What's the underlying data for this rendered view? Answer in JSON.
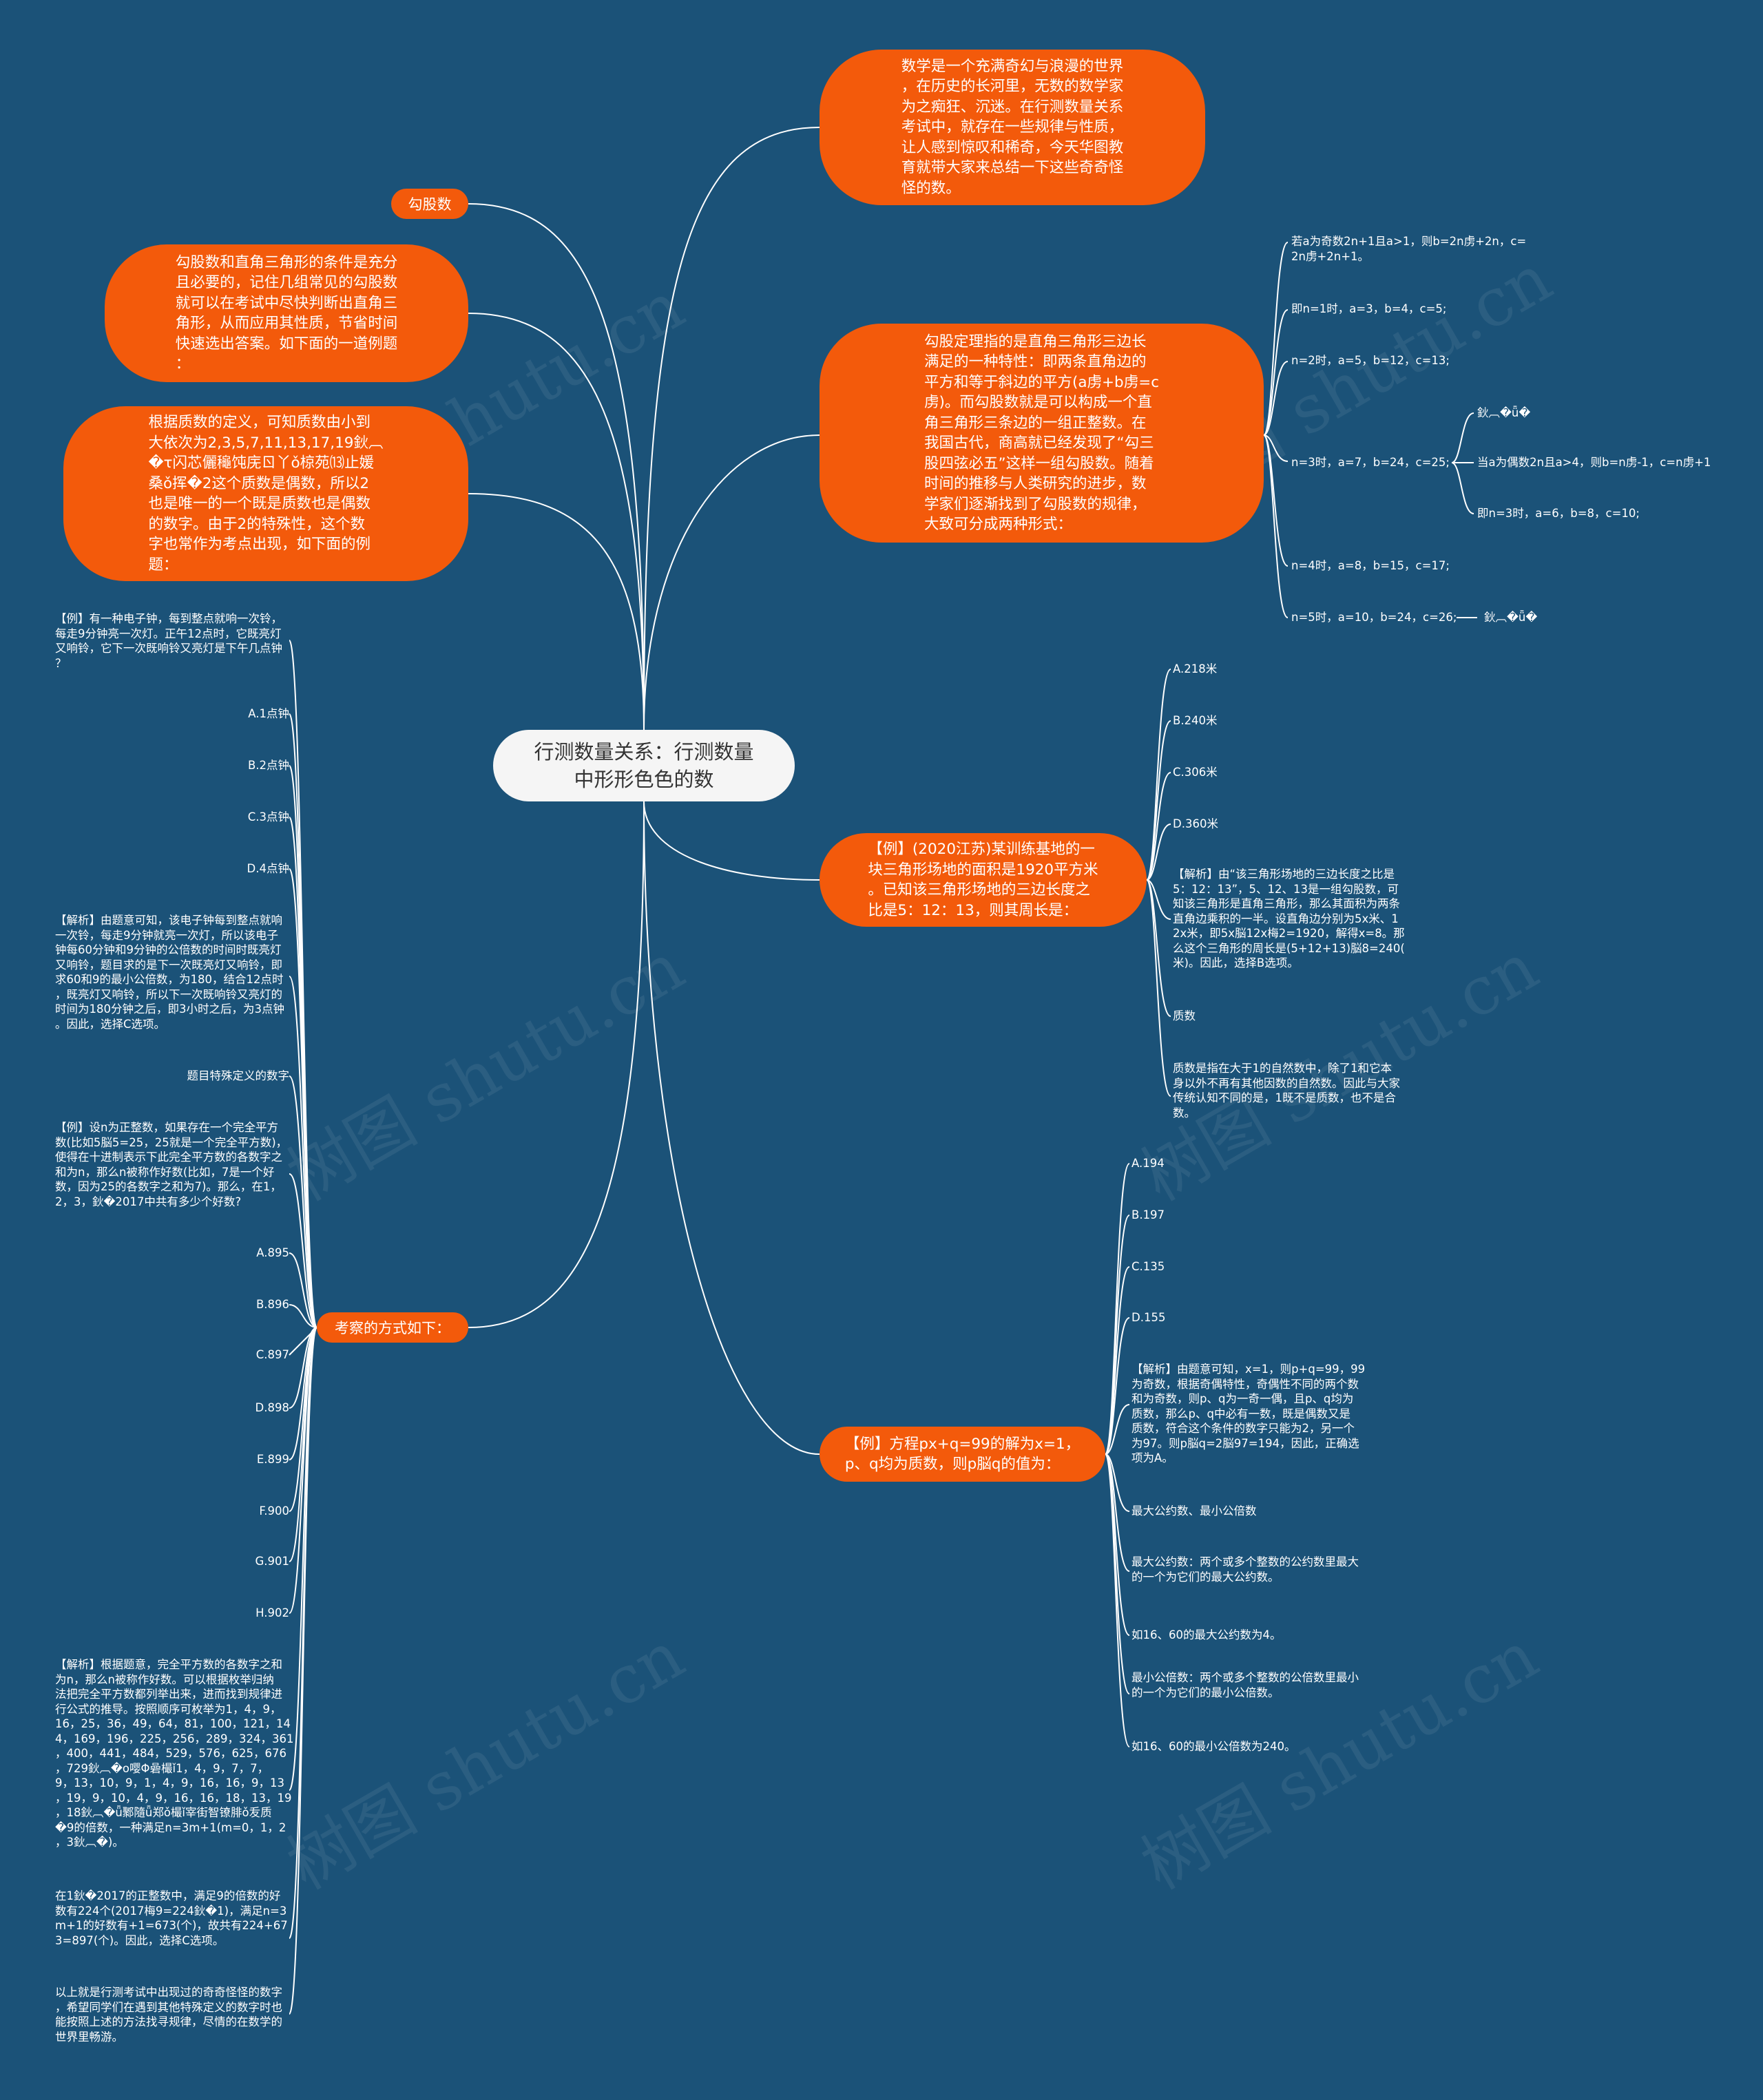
{
  "center": {
    "title": "行测数量关系：行测数量\n中形形色色的数"
  },
  "watermark": "树图 shutu.cn",
  "left": {
    "gougu_label": "勾股数",
    "gougu_desc": "勾股数和直角三角形的条件是充分\n且必要的，记住几组常见的勾股数\n就可以在考试中尽快判断出直角三\n角形，从而应用其性质，节省时间\n快速选出答案。如下面的一道例题\n：",
    "prime_desc": "根据质数的定义，可知质数由小到\n大依次为2,3,5,7,11,13,17,19鈥︹\n�τ闪芯儷龝饨庑ㄖ丫ǒ椋苑⒀止媛\n桑ǒ挥�2这个质数是偶数，所以2\n也是唯一的一个既是质数也是偶数\n的数字。由于2的特殊性，这个数\n字也常作为考点出现，如下面的例\n题：",
    "exam_label": "考察的方式如下：",
    "leaves": [
      "【例】有一种电子钟，每到整点就响一次铃，\n每走9分钟亮一次灯。正午12点时，它既亮灯\n又响铃，它下一次既响铃又亮灯是下午几点钟\n？",
      "A.1点钟",
      "B.2点钟",
      "C.3点钟",
      "D.4点钟",
      "【解析】由题意可知，该电子钟每到整点就响\n一次铃，每走9分钟就亮一次灯，所以该电子\n钟每60分钟和9分钟的公倍数的时间时既亮灯\n又响铃，题目求的是下一次既亮灯又响铃，即\n求60和9的最小公倍数，为180，结合12点时\n，既亮灯又响铃，所以下一次既响铃又亮灯的\n时间为180分钟之后，即3小时之后，为3点钟\n。因此，选择C选项。",
      "题目特殊定义的数字",
      "【例】设n为正整数，如果存在一个完全平方\n数(比如5脳5=25，25就是一个完全平方数)，\n使得在十进制表示下此完全平方数的各数字之\n和为n，那么n被称作好数(比如，7是一个好\n数，因为25的各数字之和为7)。那么，在1，\n2，3，鈥�2017中共有多少个好数?",
      "A.895",
      "B.896",
      "C.897",
      "D.898",
      "E.899",
      "F.900",
      "G.901",
      "H.902",
      "【解析】根据题意，完全平方数的各数字之和\n为n，那么n被称作好数。可以根据枚举归纳\n法把完全平方数都列举出来，进而找到规律进\n行公式的推导。按照顺序可枚举为1，4，9，\n16，25，36，49，64，81，100，121，14\n4，169，196，225，256，289，324，361\n，400，441，484，529，576，625，676\n，729鈥︹�o嘤Φ碞樶ǐ1，4，9，7，7，\n9，13，10，9，1，4，9，16，16，9，13\n，19，9，10，4，9，16，16，18，13，19\n，18鈥︹�ǖ鄹隨ǖ郑ǒ樶ǐ宰街智镣腓ǒ叐质\n�9的倍数，一种满足n=3m+1(m=0，1，2\n，3鈥︹�)。",
      "在1鈥�2017的正整数中，满足9的倍数的好\n数有224个(2017梅9=224鈥�1)，满足n=3\nm+1的好数有+1=673(个)，故共有224+67\n3=897(个)。因此，选择C选项。",
      "以上就是行测考试中出现过的奇奇怪怪的数字\n，希望同学们在遇到其他特殊定义的数字时也\n能按照上述的方法找寻规律，尽情的在数学的\n世界里畅游。"
    ]
  },
  "right": {
    "intro": "数学是一个充满奇幻与浪漫的世界\n，在历史的长河里，无数的数学家\n为之痴狂、沉迷。在行测数量关系\n考试中，就存在一些规律与性质，\n让人感到惊叹和稀奇，今天华图教\n育就带大家来总结一下这些奇奇怪\n怪的数。",
    "gougu_theorem": "勾股定理指的是直角三角形三边长\n满足的一种特性：即两条直角边的\n平方和等于斜边的平方(a虏+b虏=c\n虏)。而勾股数就是可以构成一个直\n角三角形三条边的一组正整数。在\n我国古代，商高就已经发现了“勾三\n股四弦必五”这样一组勾股数。随着\n时间的推移与人类研究的进步，数\n学家们逐渐找到了勾股数的规律，\n大致可分成两种形式：",
    "gougu_leaves": [
      "若a为奇数2n+1且a>1，则b=2n虏+2n，c=\n2n虏+2n+1。",
      "即n=1时，a=3，b=4，c=5;",
      "n=2时，a=5，b=12，c=13;",
      "n=3时，a=7，b=24，c=25;",
      "n=4时，a=8，b=15，c=17;",
      "n=5时，a=10，b=24，c=26;"
    ],
    "sub_leaves": [
      "鈥︹�ǖ�",
      "当a为偶数2n且a>4，则b=n虏-1，c=n虏+1",
      "即n=3时，a=6，b=8，c=10;"
    ],
    "tail_leaf": "鈥︹�ǖ�",
    "example1": "【例】(2020江苏)某训练基地的一\n块三角形场地的面积是1920平方米\n。已知该三角形场地的三边长度之\n比是5：12：13，则其周长是：",
    "ex1_leaves": [
      "A.218米",
      "B.240米",
      "C.306米",
      "D.360米",
      "【解析】由“该三角形场地的三边长度之比是\n5：12：13”，5、12、13是一组勾股数，可\n知该三角形是直角三角形，那么其面积为两条\n直角边乘积的一半。设直角边分别为5x米、1\n2x米，即5x脳12x梅2=1920，解得x=8。那\n么这个三角形的周长是(5+12+13)脳8=240(\n米)。因此，选择B选项。",
      "质数",
      "质数是指在大于1的自然数中，除了1和它本\n身以外不再有其他因数的自然数。因此与大家\n传统认知不同的是，1既不是质数，也不是合\n数。"
    ],
    "example2": "【例】方程px+q=99的解为x=1，\np、q均为质数，则p脳q的值为：",
    "ex2_leaves": [
      "A.194",
      "B.197",
      "C.135",
      "D.155",
      "【解析】由题意可知，x=1，则p+q=99，99\n为奇数，根据奇偶特性，奇偶性不同的两个数\n和为奇数，则p、q为一奇一偶，且p、q均为\n质数，那么p、q中必有一数，既是偶数又是\n质数，符合这个条件的数字只能为2，另一个\n为97。则p脳q=2脳97=194，因此，正确选\n项为A。",
      "最大公约数、最小公倍数",
      "最大公约数：两个或多个整数的公约数里最大\n的一个为它们的最大公约数。",
      "如16、60的最大公约数为4。",
      "最小公倍数：两个或多个整数的公倍数里最小\n的一个为它们的最小公倍数。",
      "如16、60的最小公倍数为240。"
    ]
  },
  "colors": {
    "background": "#1b5278",
    "node": "#f35a0b",
    "center": "#f5f5f5",
    "line": "#ffffff"
  }
}
